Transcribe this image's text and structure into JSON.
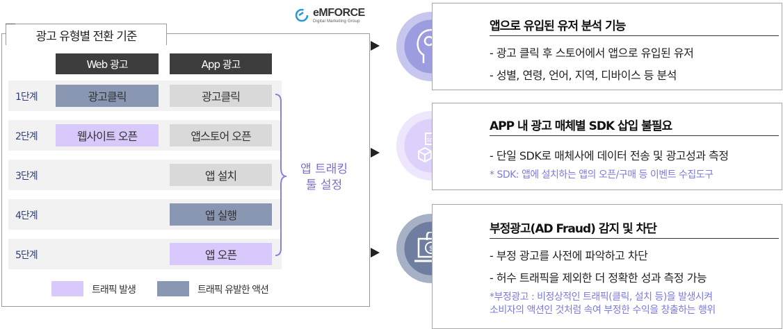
{
  "left": {
    "title": "광고 유형별 전환 기준",
    "logo": {
      "main": "eMFORCE",
      "sub": "Digital Marketing Group"
    },
    "columns": {
      "web": "Web 광고",
      "app": "App 광고"
    },
    "stages": [
      {
        "label": "1단계",
        "web": "광고클릭",
        "app": "광고클릭"
      },
      {
        "label": "2단계",
        "web": "웹사이트 오픈",
        "app": "앱스토어 오픈"
      },
      {
        "label": "3단계",
        "web": "",
        "app": "앱 설치"
      },
      {
        "label": "4단계",
        "web": "",
        "app": "앱 실행"
      },
      {
        "label": "5단계",
        "web": "",
        "app": "앱 오픈"
      }
    ],
    "brace_text": [
      "앱 트래킹",
      "툴 설정"
    ],
    "legend": {
      "traffic": "트래픽 발생",
      "action": "트래픽 유발한 액션"
    },
    "colors": {
      "gray": "#d9d9d9",
      "blue": "#8a97b2",
      "purple": "#d9c8fb",
      "header": "#3d3d3d"
    }
  },
  "panels": [
    {
      "icon": "head-gears-icon",
      "title": "앱으로 유입된 유저 분석 기능",
      "items": [
        "- 광고 클릭 후 스토어에서 앱으로 유입된 유저",
        "- 성별, 연령, 언어, 지역, 디바이스 등 분석"
      ],
      "notes": []
    },
    {
      "icon": "sdk-boxes-icon",
      "title": "APP 내 광고 매체별 SDK 삽입 불필요",
      "items": [
        "- 단일 SDK로 매체사에 데이터 전송 및 광고성과 측정"
      ],
      "notes": [
        "* SDK: 앱에 설치하는 앱의 오픈/구매 등 이벤트 수집도구"
      ]
    },
    {
      "icon": "laptop-lock-icon",
      "title": "부정광고(AD Fraud) 감지 및 차단",
      "items": [
        "- 부정 광고를 사전에 파악하고 차단",
        "- 허수 트래픽을 제외한 더 정확한 성과 측정 가능"
      ],
      "notes": [
        "*부정광고 : 비정상적인 트래픽(클릭, 설치 등)을 발생시켜",
        "소비자의 액션인 것처럼 속여 부정한 수익을 창출하는 행위"
      ]
    }
  ]
}
